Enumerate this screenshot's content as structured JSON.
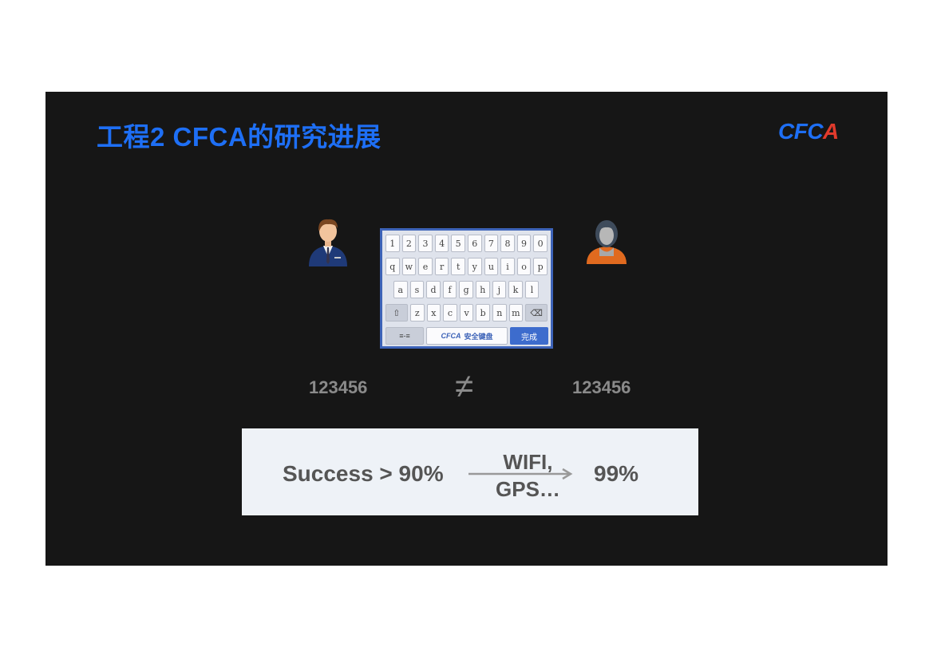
{
  "slide": {
    "title": "工程2 CFCA的研究进展",
    "logo": {
      "main": "CFC",
      "accent": "A"
    },
    "colors": {
      "accent": "#1e6ff5",
      "background": "#161616",
      "panel": "#eef2f7"
    }
  },
  "keyboard": {
    "row1": [
      "1",
      "2",
      "3",
      "4",
      "5",
      "6",
      "7",
      "8",
      "9",
      "0"
    ],
    "row2": [
      "q",
      "w",
      "e",
      "r",
      "t",
      "y",
      "u",
      "i",
      "o",
      "p"
    ],
    "row3": [
      "a",
      "s",
      "d",
      "f",
      "g",
      "h",
      "j",
      "k",
      "l"
    ],
    "row4": [
      "z",
      "x",
      "c",
      "v",
      "b",
      "n",
      "m"
    ],
    "switch_label": "≡-≡",
    "space_brand": "CFCA",
    "space_label": "安全键盘",
    "done_label": "完成"
  },
  "comparison": {
    "left_password": "123456",
    "right_password": "123456",
    "symbol": "≠"
  },
  "stats": {
    "success_label": "Success > 90%",
    "arrow_line1": "WIFI,",
    "arrow_line2": "GPS…",
    "result": "99%"
  }
}
